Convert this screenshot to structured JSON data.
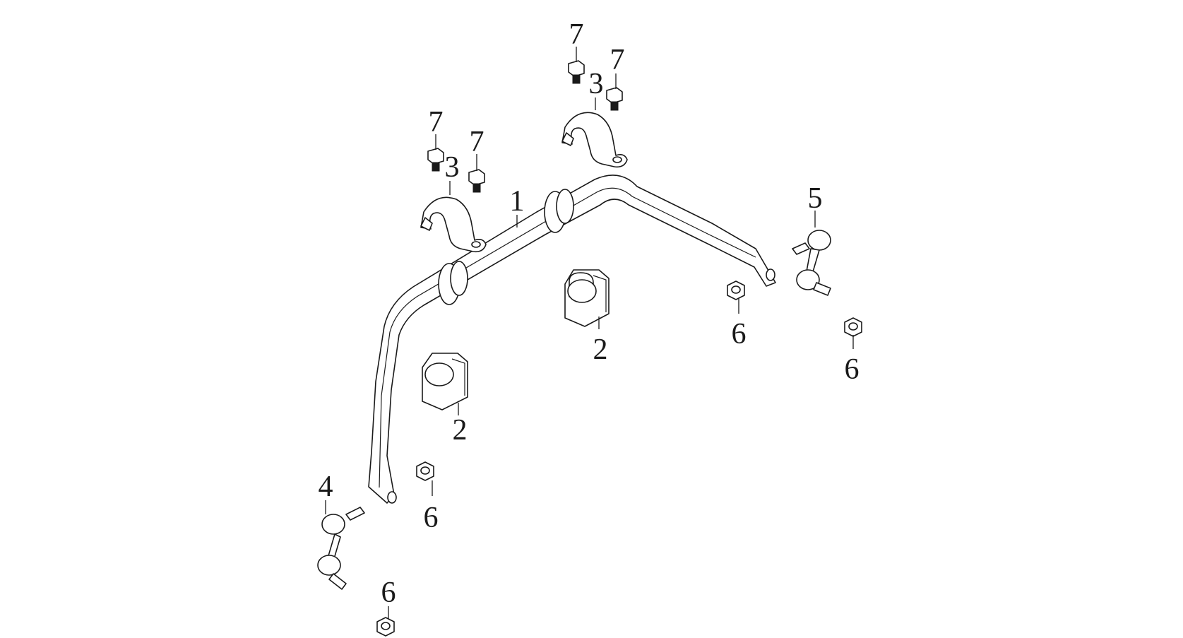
{
  "callouts": {
    "c1": "1",
    "c2a": "2",
    "c2b": "2",
    "c3a": "3",
    "c3b": "3",
    "c4": "4",
    "c5": "5",
    "c6a": "6",
    "c6b": "6",
    "c6c": "6",
    "c6d": "6",
    "c7a": "7",
    "c7b": "7",
    "c7c": "7",
    "c7d": "7"
  }
}
